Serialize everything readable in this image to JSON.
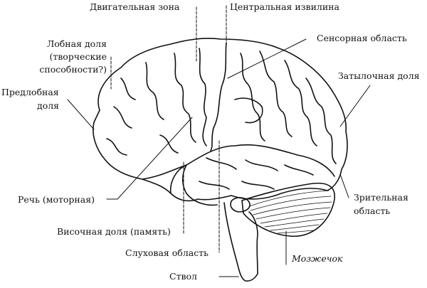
{
  "diagram": {
    "title": "Brain lateral view with functional areas",
    "labels": {
      "motor_zone": "Двигательная зона",
      "central_gyrus": "Центральная извилина",
      "sensory_area": "Сенсорная область",
      "frontal_lobe_line1": "Лобная доля",
      "frontal_lobe_line2": "(творческие",
      "frontal_lobe_line3": "способности?)",
      "occipital_lobe": "Затылочная доля",
      "prefrontal_line1": "Предлобная",
      "prefrontal_line2": "доля",
      "speech_motor": "Речь (моторная)",
      "visual_line1": "Зрительная",
      "visual_line2": "область",
      "temporal_lobe": "Височная доля (память)",
      "auditory_area": "Слуховая область",
      "cerebellum": "Мозжечок",
      "brainstem": "Ствол"
    },
    "colors": {
      "ink": "#111111",
      "background": "#ffffff"
    }
  }
}
